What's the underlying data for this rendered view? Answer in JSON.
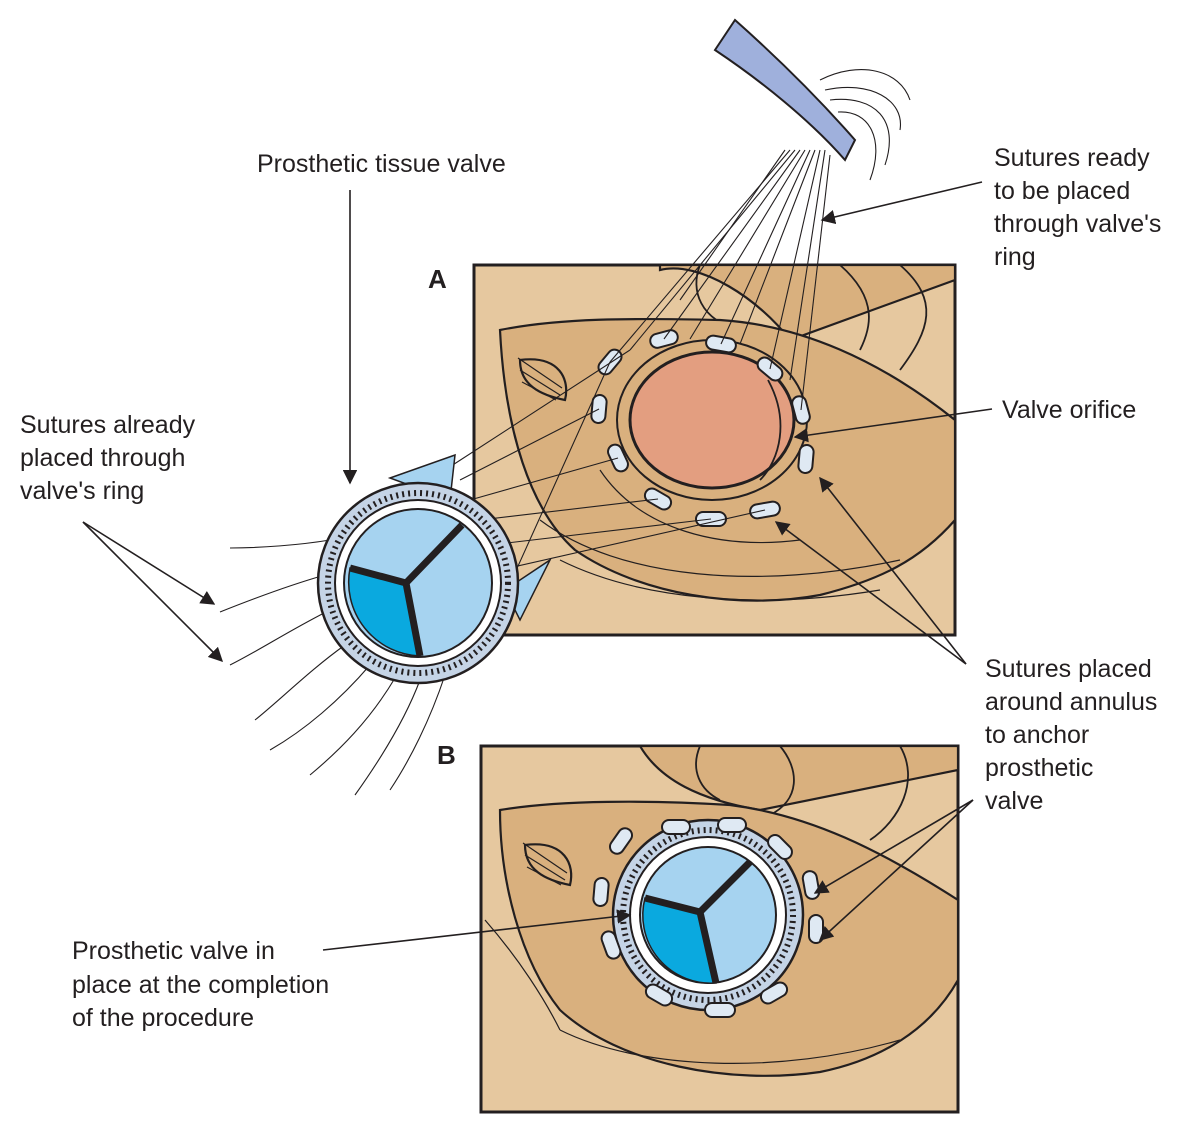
{
  "panels": {
    "a": "A",
    "b": "B"
  },
  "labels": {
    "prosthetic_tissue_valve": "Prosthetic tissue valve",
    "sutures_ready": [
      "Sutures ready",
      "to be placed",
      "through valve's",
      "ring"
    ],
    "sutures_already": [
      "Sutures already",
      "placed through",
      "valve's ring"
    ],
    "valve_orifice": "Valve orifice",
    "sutures_annulus": [
      "Sutures placed",
      "around annulus",
      "to anchor",
      "prosthetic",
      "valve"
    ],
    "valve_in_place": [
      "Prosthetic valve in",
      "place at the completion",
      "of the procedure"
    ]
  },
  "colors": {
    "tissue": "#d9b07e",
    "frame_background": "#e6c89f",
    "orifice": "#e39e80",
    "leaflet_light": "#a6d3f0",
    "leaflet_dark": "#0aa9df",
    "valve_ring": "#c5d4e6",
    "suture_holder": "#9fb0dc",
    "outline": "#231f20"
  }
}
